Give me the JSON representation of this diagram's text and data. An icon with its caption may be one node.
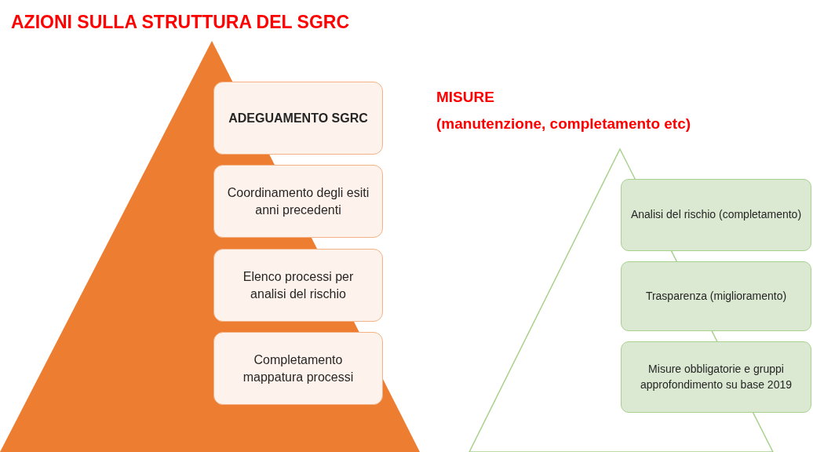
{
  "diagram": {
    "title": "AZIONI SULLA STRUTTURA DEL SGRC",
    "nodes": [
      {
        "text": [
          "ADEGUAMENTO SGRC"
        ]
      },
      {
        "text": [
          "Coordinamento degli esiti anni precedenti"
        ]
      },
      {
        "text": [
          "Elenco processi per analisi del rischio"
        ]
      },
      {
        "text": [
          "Completamento mappatura processi"
        ]
      },
      {
        "text": [
          "Analisi del rischio (completamento)"
        ]
      },
      {
        "text": [
          "Trasparenza (miglioramento)"
        ]
      },
      {
        "text": [
          "Misure obbligatorie e gruppi approfondimento su base 2019"
        ]
      }
    ],
    "labels": [
      "MISURE",
      "(manutenzione, completamento etc)"
    ]
  }
}
